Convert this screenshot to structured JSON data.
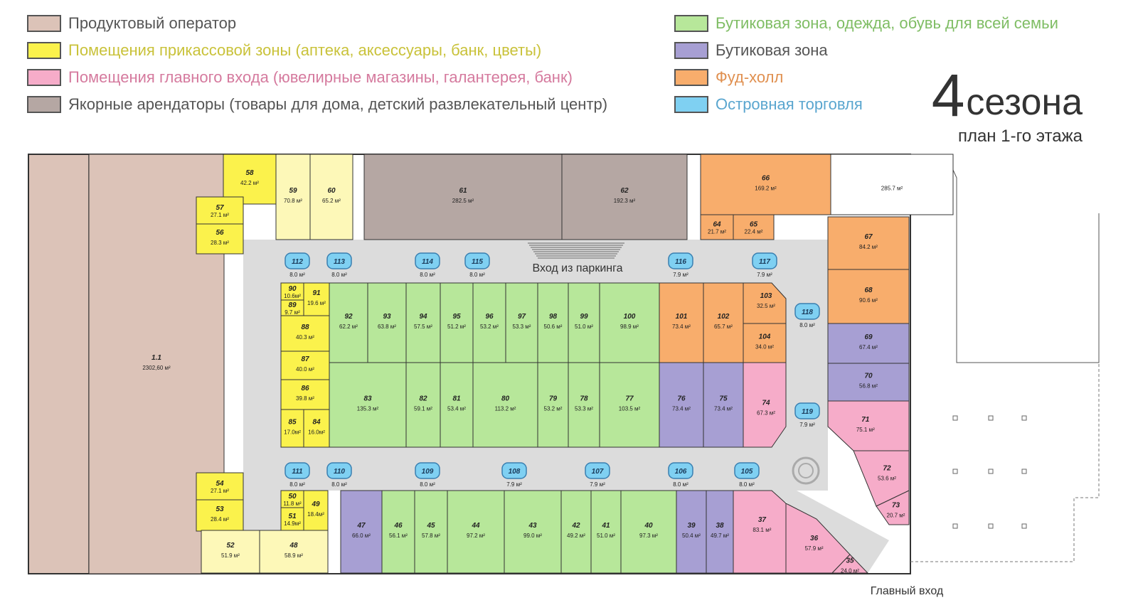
{
  "legend": [
    {
      "label": "Продуктовый оператор",
      "color": "#dcc3b8",
      "text_color": "#555555"
    },
    {
      "label": "Помещения прикассовой зоны (аптека, аксессуары, банк, цветы)",
      "color": "#fbf24c",
      "text_color": "#c9c23a"
    },
    {
      "label": "Помещения главного входа (ювелирные магазины, галантерея, банк)",
      "color": "#f6acc9",
      "text_color": "#d57a9e"
    },
    {
      "label": "Якорные арендаторы (товары для дома, детский развлекательный центр)",
      "color": "#b5a7a3",
      "text_color": "#555555"
    },
    {
      "label": "Бутиковая зона, одежда, обувь для всей семьи",
      "color": "#b7e79a",
      "text_color": "#7fbd64"
    },
    {
      "label": "Бутиковая зона",
      "color": "#a79fd3",
      "text_color": "#555555"
    },
    {
      "label": "Фуд-холл",
      "color": "#f8ad6c",
      "text_color": "#e09050"
    },
    {
      "label": "Островная торговля",
      "color": "#7fd0f2",
      "text_color": "#5aa6cf"
    }
  ],
  "brand": {
    "number": "4",
    "word": "сезона",
    "subtitle": "план 1-го этажа"
  },
  "labels": {
    "parking_entrance": "Вход из паркинга",
    "main_entrance": "Главный вход"
  },
  "shops": [
    {
      "id": "1.1",
      "area": "2302,60 м²",
      "zone": "grocery"
    },
    {
      "id": "58",
      "area": "42.2 м²",
      "zone": "checkout"
    },
    {
      "id": "59",
      "area": "70.8 м²",
      "zone": "lightyellow"
    },
    {
      "id": "60",
      "area": "65.2 м²",
      "zone": "lightyellow"
    },
    {
      "id": "57",
      "area": "27.1 м²",
      "zone": "checkout"
    },
    {
      "id": "56",
      "area": "28.3 м²",
      "zone": "checkout"
    },
    {
      "id": "61",
      "area": "282.5 м²",
      "zone": "anchor"
    },
    {
      "id": "62",
      "area": "192.3 м²",
      "zone": "anchor"
    },
    {
      "id": "66",
      "area": "169.2 м²",
      "zone": "food"
    },
    {
      "id": "64",
      "area": "21.7 м²",
      "zone": "food"
    },
    {
      "id": "65",
      "area": "22.4 м²",
      "zone": "food"
    },
    {
      "id": "",
      "area": "285.7 м²",
      "zone": "none"
    },
    {
      "id": "67",
      "area": "84.2 м²",
      "zone": "food"
    },
    {
      "id": "68",
      "area": "90.6 м²",
      "zone": "food"
    },
    {
      "id": "69",
      "area": "67.4 м²",
      "zone": "boutique"
    },
    {
      "id": "70",
      "area": "56.8 м²",
      "zone": "boutique"
    },
    {
      "id": "71",
      "area": "75.1 м²",
      "zone": "entrance"
    },
    {
      "id": "72",
      "area": "53.6 м²",
      "zone": "entrance"
    },
    {
      "id": "73",
      "area": "20.7 м²",
      "zone": "entrance"
    },
    {
      "id": "90",
      "area": "10.6м²",
      "zone": "checkout"
    },
    {
      "id": "89",
      "area": "9.7 м²",
      "zone": "checkout"
    },
    {
      "id": "91",
      "area": "19.6 м²",
      "zone": "checkout"
    },
    {
      "id": "88",
      "area": "40.3 м²",
      "zone": "checkout"
    },
    {
      "id": "87",
      "area": "40.0 м²",
      "zone": "checkout"
    },
    {
      "id": "86",
      "area": "39.8 м²",
      "zone": "checkout"
    },
    {
      "id": "85",
      "area": "17.0м²",
      "zone": "checkout"
    },
    {
      "id": "84",
      "area": "16.0м²",
      "zone": "checkout"
    },
    {
      "id": "92",
      "area": "62.2 м²",
      "zone": "family"
    },
    {
      "id": "93",
      "area": "63.8 м²",
      "zone": "family"
    },
    {
      "id": "94",
      "area": "57.5 м²",
      "zone": "family"
    },
    {
      "id": "95",
      "area": "51.2 м²",
      "zone": "family"
    },
    {
      "id": "96",
      "area": "53.2 м²",
      "zone": "family"
    },
    {
      "id": "97",
      "area": "53.3 м²",
      "zone": "family"
    },
    {
      "id": "98",
      "area": "50.6 м²",
      "zone": "family"
    },
    {
      "id": "99",
      "area": "51.0 м²",
      "zone": "family"
    },
    {
      "id": "100",
      "area": "98.9 м²",
      "zone": "family"
    },
    {
      "id": "101",
      "area": "73.4 м²",
      "zone": "food"
    },
    {
      "id": "102",
      "area": "65.7 м²",
      "zone": "food"
    },
    {
      "id": "103",
      "area": "32.5 м²",
      "zone": "food"
    },
    {
      "id": "104",
      "area": "34.0 м²",
      "zone": "food"
    },
    {
      "id": "83",
      "area": "135.3 м²",
      "zone": "family"
    },
    {
      "id": "82",
      "area": "59.1 м²",
      "zone": "family"
    },
    {
      "id": "81",
      "area": "53.4 м²",
      "zone": "family"
    },
    {
      "id": "80",
      "area": "113.2 м²",
      "zone": "family"
    },
    {
      "id": "79",
      "area": "53.2 м²",
      "zone": "family"
    },
    {
      "id": "78",
      "area": "53.3 м²",
      "zone": "family"
    },
    {
      "id": "77",
      "area": "103.5 м²",
      "zone": "family"
    },
    {
      "id": "76",
      "area": "73.4 м²",
      "zone": "boutique"
    },
    {
      "id": "75",
      "area": "73.4 м²",
      "zone": "boutique"
    },
    {
      "id": "74",
      "area": "67.3 м²",
      "zone": "entrance"
    },
    {
      "id": "54",
      "area": "27.1 м²",
      "zone": "checkout"
    },
    {
      "id": "53",
      "area": "28.4 м²",
      "zone": "checkout"
    },
    {
      "id": "50",
      "area": "11.8 м²",
      "zone": "checkout"
    },
    {
      "id": "51",
      "area": "14.9м²",
      "zone": "checkout"
    },
    {
      "id": "49",
      "area": "18.4м²",
      "zone": "checkout"
    },
    {
      "id": "52",
      "area": "51.9 м²",
      "zone": "lightyellow"
    },
    {
      "id": "48",
      "area": "58.9 м²",
      "zone": "lightyellow"
    },
    {
      "id": "47",
      "area": "66.0 м²",
      "zone": "boutique"
    },
    {
      "id": "46",
      "area": "56.1 м²",
      "zone": "family"
    },
    {
      "id": "45",
      "area": "57.8 м²",
      "zone": "family"
    },
    {
      "id": "44",
      "area": "97.2 м²",
      "zone": "family"
    },
    {
      "id": "43",
      "area": "99.0 м²",
      "zone": "family"
    },
    {
      "id": "42",
      "area": "49.2 м²",
      "zone": "family"
    },
    {
      "id": "41",
      "area": "51.0 м²",
      "zone": "family"
    },
    {
      "id": "40",
      "area": "97.3 м²",
      "zone": "family"
    },
    {
      "id": "39",
      "area": "50.4 м²",
      "zone": "boutique"
    },
    {
      "id": "38",
      "area": "49.7 м²",
      "zone": "boutique"
    },
    {
      "id": "37",
      "area": "83.1 м²",
      "zone": "entrance"
    },
    {
      "id": "36",
      "area": "57.9 м²",
      "zone": "entrance"
    },
    {
      "id": "35",
      "area": "24.0 м²",
      "zone": "entrance"
    }
  ],
  "islands": [
    {
      "id": "112",
      "area": "8.0 м²"
    },
    {
      "id": "113",
      "area": "8.0 м²"
    },
    {
      "id": "114",
      "area": "8.0 м²"
    },
    {
      "id": "115",
      "area": "8.0 м²"
    },
    {
      "id": "116",
      "area": "7.9 м²"
    },
    {
      "id": "117",
      "area": "7.9 м²"
    },
    {
      "id": "118",
      "area": "8.0 м²"
    },
    {
      "id": "119",
      "area": "7.9 м²"
    },
    {
      "id": "111",
      "area": "8.0 м²"
    },
    {
      "id": "110",
      "area": "8.0 м²"
    },
    {
      "id": "109",
      "area": "8.0 м²"
    },
    {
      "id": "108",
      "area": "7.9 м²"
    },
    {
      "id": "107",
      "area": "7.9 м²"
    },
    {
      "id": "106",
      "area": "8.0 м²"
    },
    {
      "id": "105",
      "area": "8.0 м²"
    }
  ],
  "zone_colors": {
    "grocery": "#dcc3b8",
    "checkout": "#fbf24c",
    "lightyellow": "#fdf8b8",
    "entrance": "#f6acc9",
    "anchor": "#b5a7a3",
    "family": "#b7e79a",
    "boutique": "#a79fd3",
    "food": "#f8ad6c",
    "island": "#7fd0f2",
    "none": "#ffffff"
  }
}
